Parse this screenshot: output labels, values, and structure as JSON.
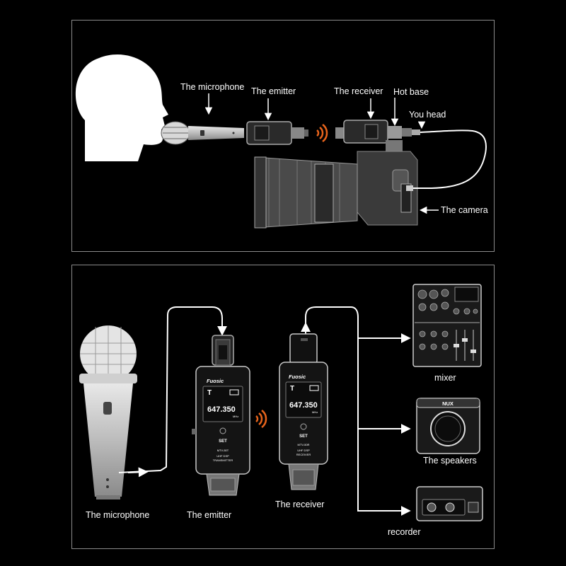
{
  "top_diagram": {
    "labels": {
      "microphone": "The microphone",
      "emitter": "The emitter",
      "receiver": "The receiver",
      "hot_base": "Hot base",
      "you_head": "You head",
      "camera": "The camera"
    }
  },
  "bottom_diagram": {
    "labels": {
      "microphone": "The microphone",
      "emitter": "The emitter",
      "receiver": "The receiver",
      "mixer": "mixer",
      "speakers": "The speakers",
      "recorder": "recorder"
    },
    "emitter_device": {
      "brand": "Fuosic",
      "frequency": "647.350",
      "unit": "MHz",
      "set_label": "SET",
      "model": "MTV-50T",
      "type_line1": "UHF DSP",
      "type_line2": "TRANSMITTER"
    },
    "receiver_device": {
      "brand": "Fuosic",
      "frequency": "647.350",
      "unit": "MHz",
      "set_label": "SET",
      "model": "MTV-50R",
      "type_line1": "UHF DSP",
      "type_line2": "RECEIVER"
    },
    "speaker_brand": "NUX"
  },
  "colors": {
    "background": "#000000",
    "panel_border": "#8a8a8a",
    "line": "#ffffff",
    "wireless_signal": "#e8641c"
  },
  "icons": [
    "wifi-signal-icon"
  ]
}
